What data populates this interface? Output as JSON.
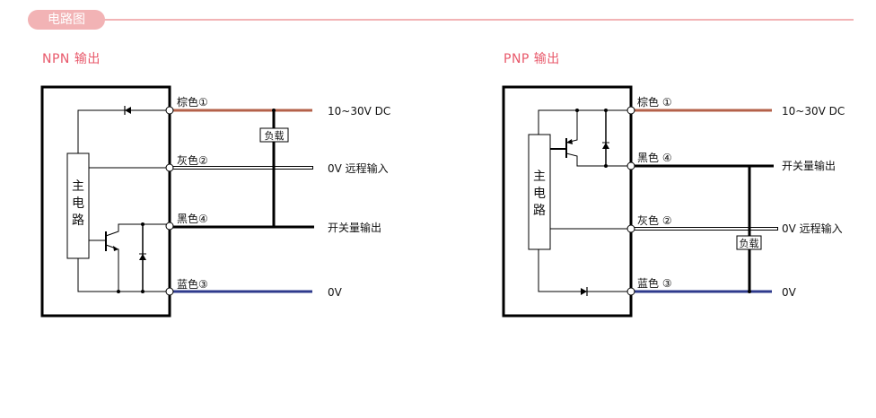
{
  "header": {
    "title": "电路图"
  },
  "colors": {
    "accent": "#f2b3b5",
    "title_text": "#e8596b",
    "brown_wire": "#b4614a",
    "blue_wire": "#2e3a8c",
    "black_wire": "#000000",
    "gray_wire": "#ffffff"
  },
  "npn": {
    "title": "NPN 输出",
    "main_circuit": [
      "主",
      "电",
      "路"
    ],
    "load_label": "负载",
    "wires": [
      {
        "label": "棕色①",
        "signal": "10~30V DC"
      },
      {
        "label": "灰色②",
        "signal": "0V 远程输入"
      },
      {
        "label": "黑色④",
        "signal": "开关量输出"
      },
      {
        "label": "蓝色③",
        "signal": "0V"
      }
    ]
  },
  "pnp": {
    "title": "PNP 输出",
    "main_circuit": [
      "主",
      "电",
      "路"
    ],
    "load_label": "负载",
    "wires": [
      {
        "label": "棕色 ①",
        "signal": "10~30V DC"
      },
      {
        "label": "黑色 ④",
        "signal": "开关量输出"
      },
      {
        "label": "灰色 ②",
        "signal": "0V 远程输入"
      },
      {
        "label": "蓝色 ③",
        "signal": "0V"
      }
    ]
  }
}
